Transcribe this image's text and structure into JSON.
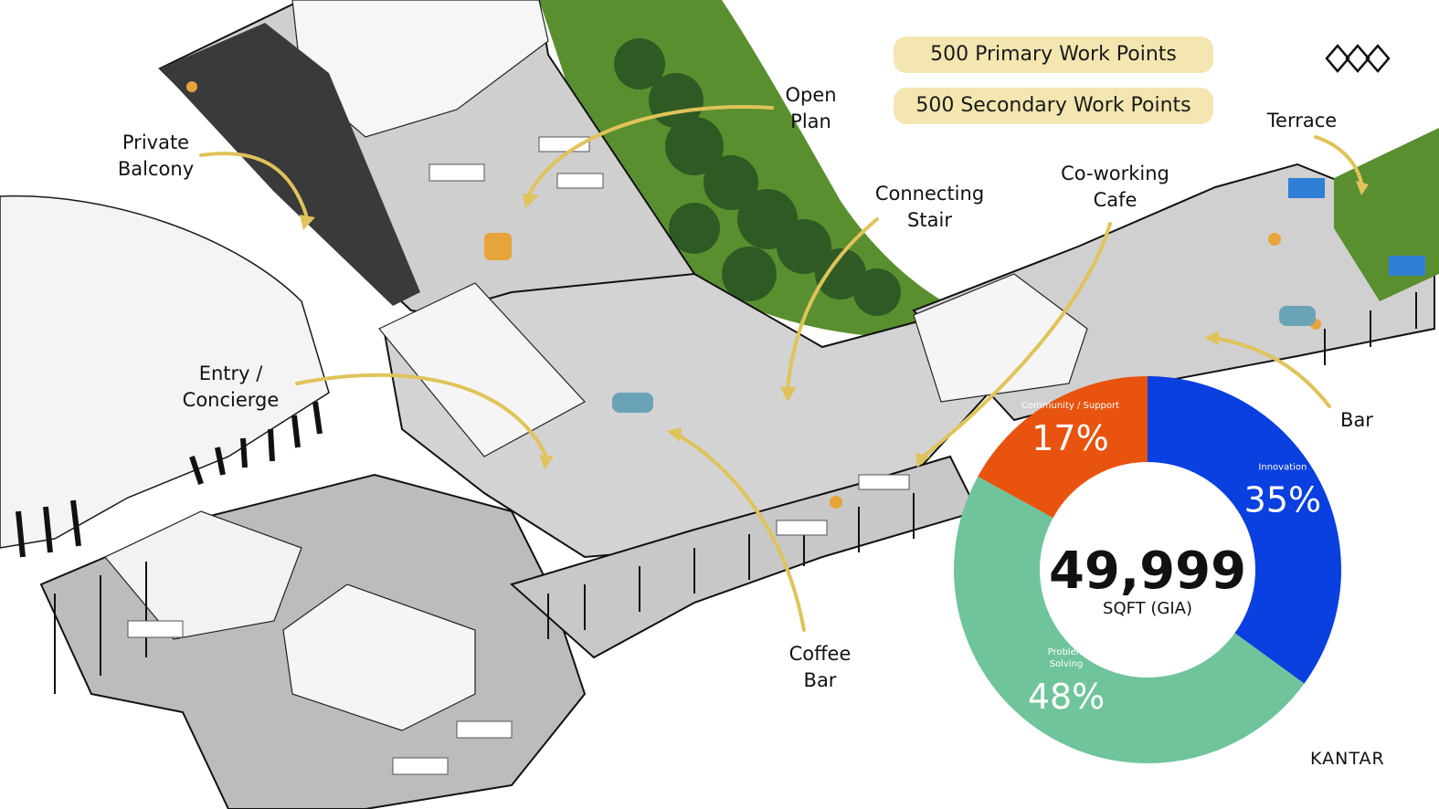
{
  "work_points": {
    "primary": "500 Primary Work Points",
    "secondary": "500 Secondary Work Points"
  },
  "labels": {
    "private_balcony": [
      "Private",
      "Balcony"
    ],
    "open_plan": [
      "Open",
      "Plan"
    ],
    "connecting_stair": [
      "Connecting",
      "Stair"
    ],
    "coworking_cafe": [
      "Co-working",
      "Cafe"
    ],
    "terrace": [
      "Terrace"
    ],
    "entry_concierge": [
      "Entry /",
      "Concierge"
    ],
    "bar": [
      "Bar"
    ],
    "coffee_bar": [
      "Coffee",
      "Bar"
    ]
  },
  "chart_data": {
    "type": "pie",
    "donut": true,
    "center_value": "49,999",
    "center_unit": "SQFT (GIA)",
    "slices": [
      {
        "name": "Innovation",
        "value": 35,
        "label": "35%",
        "color": "#0a3fe0"
      },
      {
        "name": "Problem\nSolving",
        "value": 48,
        "label": "48%",
        "color": "#6fc49c"
      },
      {
        "name": "Community / Support",
        "value": 17,
        "label": "17%",
        "color": "#e8540f"
      }
    ]
  },
  "brand": "KANTAR",
  "colors": {
    "pill": "#f3e6b0",
    "arrow": "#e0c35a",
    "greenery": "#4f8a2e"
  }
}
